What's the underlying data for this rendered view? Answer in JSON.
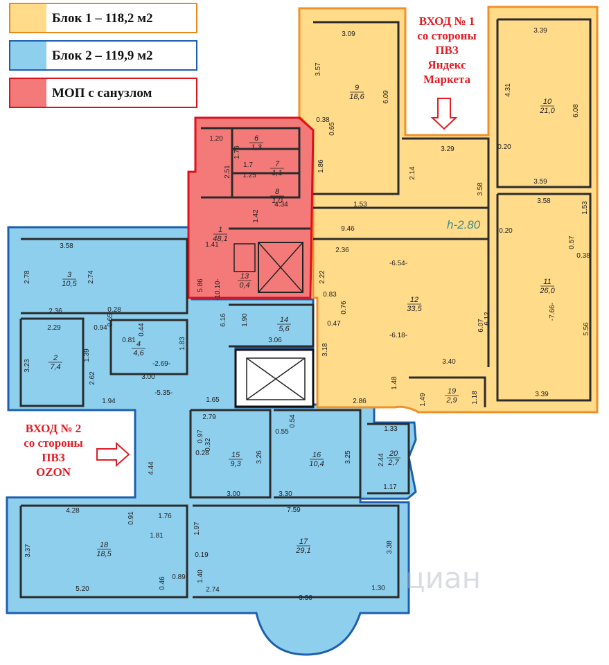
{
  "legend": [
    {
      "label": "Блок 1 – 118,2 м2",
      "fill": "#ffdb8a",
      "border": "#e88a1a"
    },
    {
      "label": "Блок 2 – 119,9 м2",
      "fill": "#8ecfee",
      "border": "#1d5fae"
    },
    {
      "label": "МОП с санузлом",
      "fill": "#f47a7a",
      "border": "#d9141c"
    }
  ],
  "entrances": {
    "entrance1": [
      "ВХОД № 1",
      "со стороны",
      "ПВЗ",
      "Яндекс",
      "Маркета"
    ],
    "entrance2": [
      "ВХОД № 2",
      "со стороны",
      "ПВЗ",
      "OZON"
    ]
  },
  "colors": {
    "block1": "#ffdb8a",
    "block1_border": "#f0902a",
    "block2": "#8ecfee",
    "block2_border": "#1d5fae",
    "mop": "#f47a7a",
    "mop_border": "#e0101a",
    "walls": "#2b2b2b",
    "entrance_red": "#e31b23"
  },
  "ceiling_height": "h-2.80",
  "watermark": "циан",
  "rooms": [
    {
      "id": "1",
      "number": "1",
      "area": "48,1"
    },
    {
      "id": "2",
      "number": "2",
      "area": "7,4"
    },
    {
      "id": "3",
      "number": "3",
      "area": "10,5"
    },
    {
      "id": "4",
      "number": "4",
      "area": "4,6"
    },
    {
      "id": "6",
      "number": "6",
      "area": "1,3"
    },
    {
      "id": "7",
      "number": "7",
      "area": "1,1"
    },
    {
      "id": "8",
      "number": "8",
      "area": "1,0"
    },
    {
      "id": "9",
      "number": "9",
      "area": "18,6"
    },
    {
      "id": "10",
      "number": "10",
      "area": "21,0"
    },
    {
      "id": "11",
      "number": "11",
      "area": "26,0"
    },
    {
      "id": "12",
      "number": "12",
      "area": "33,5"
    },
    {
      "id": "13",
      "number": "13",
      "area": "0,4"
    },
    {
      "id": "14",
      "number": "14",
      "area": "5,6"
    },
    {
      "id": "15",
      "number": "15",
      "area": "9,3"
    },
    {
      "id": "16",
      "number": "16",
      "area": "10,4"
    },
    {
      "id": "17",
      "number": "17",
      "area": "29,1"
    },
    {
      "id": "18",
      "number": "18",
      "area": "18,5"
    },
    {
      "id": "19",
      "number": "19",
      "area": "2,9"
    },
    {
      "id": "20",
      "number": "20",
      "area": "2,7"
    }
  ],
  "dimensions": [
    "3.09",
    "3.57",
    "6.09",
    "0.38",
    "0.65",
    "1.86",
    "3.29",
    "2.14",
    "1.53",
    "3.39",
    "4.31",
    "6.08",
    "0.20",
    "3.59",
    "3.58",
    "3.58",
    "1.53",
    "0.20",
    "0.57",
    "0.38",
    "9.46",
    "2.36",
    "-6.54-",
    "2.22",
    "0.83",
    "0.76",
    "0.47",
    "-6.18-",
    "6.12",
    "6.07",
    "-7.66-",
    "5.56",
    "3.18",
    "3.40",
    "1.48",
    "1.49",
    "1.18",
    "2.86",
    "3.39",
    "1.20",
    "1.76",
    "2.51",
    "1.7",
    "1.25",
    "4.34",
    "1.42",
    "1.41",
    "5.86",
    "-10.10-",
    "3.58",
    "2.78",
    "2.74",
    "2.36",
    "0.28",
    "0.65",
    "2.29",
    "0.94",
    "0.44",
    "0.81",
    "1.83",
    "3.23",
    "1.39",
    "2.62",
    "-2.69-",
    "3.00",
    "-5.35-",
    "1.94",
    "6.16",
    "1.90",
    "3.06",
    "1.65",
    "2.79",
    "0.54",
    "0.97",
    "0.32",
    "0.28",
    "0.55",
    "3.26",
    "3.25",
    "1.33",
    "2.44",
    "1.17",
    "3.00",
    "3.30",
    "4.44",
    "4.28",
    "0.91",
    "1.76",
    "1.81",
    "1.97",
    "7.59",
    "3.37",
    "3.38",
    "0.19",
    "1.40",
    "0.46",
    "0.89",
    "5.20",
    "2.74",
    "3.36",
    "1.30"
  ]
}
